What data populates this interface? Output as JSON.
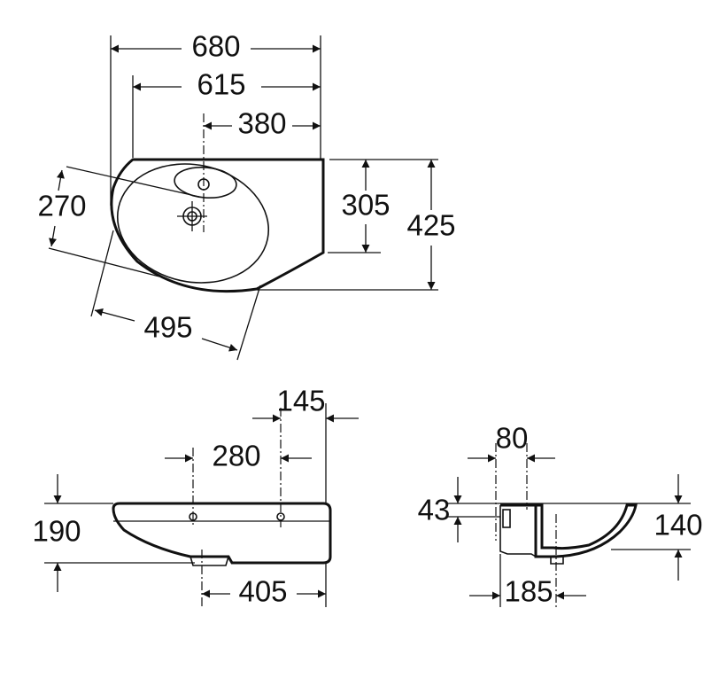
{
  "top_view": {
    "width_overall": "680",
    "width_bowl": "615",
    "tap_offset": "380",
    "depth_inner": "305",
    "depth_overall": "425",
    "diag_depth": "270",
    "diag_width": "495"
  },
  "side_view": {
    "back_offset": "145",
    "hole_spacing": "280",
    "height": "190",
    "drain_offset": "405"
  },
  "section_view": {
    "tap_width": "80",
    "rim_thickness": "43",
    "bowl_height": "140",
    "drain_distance": "185"
  }
}
